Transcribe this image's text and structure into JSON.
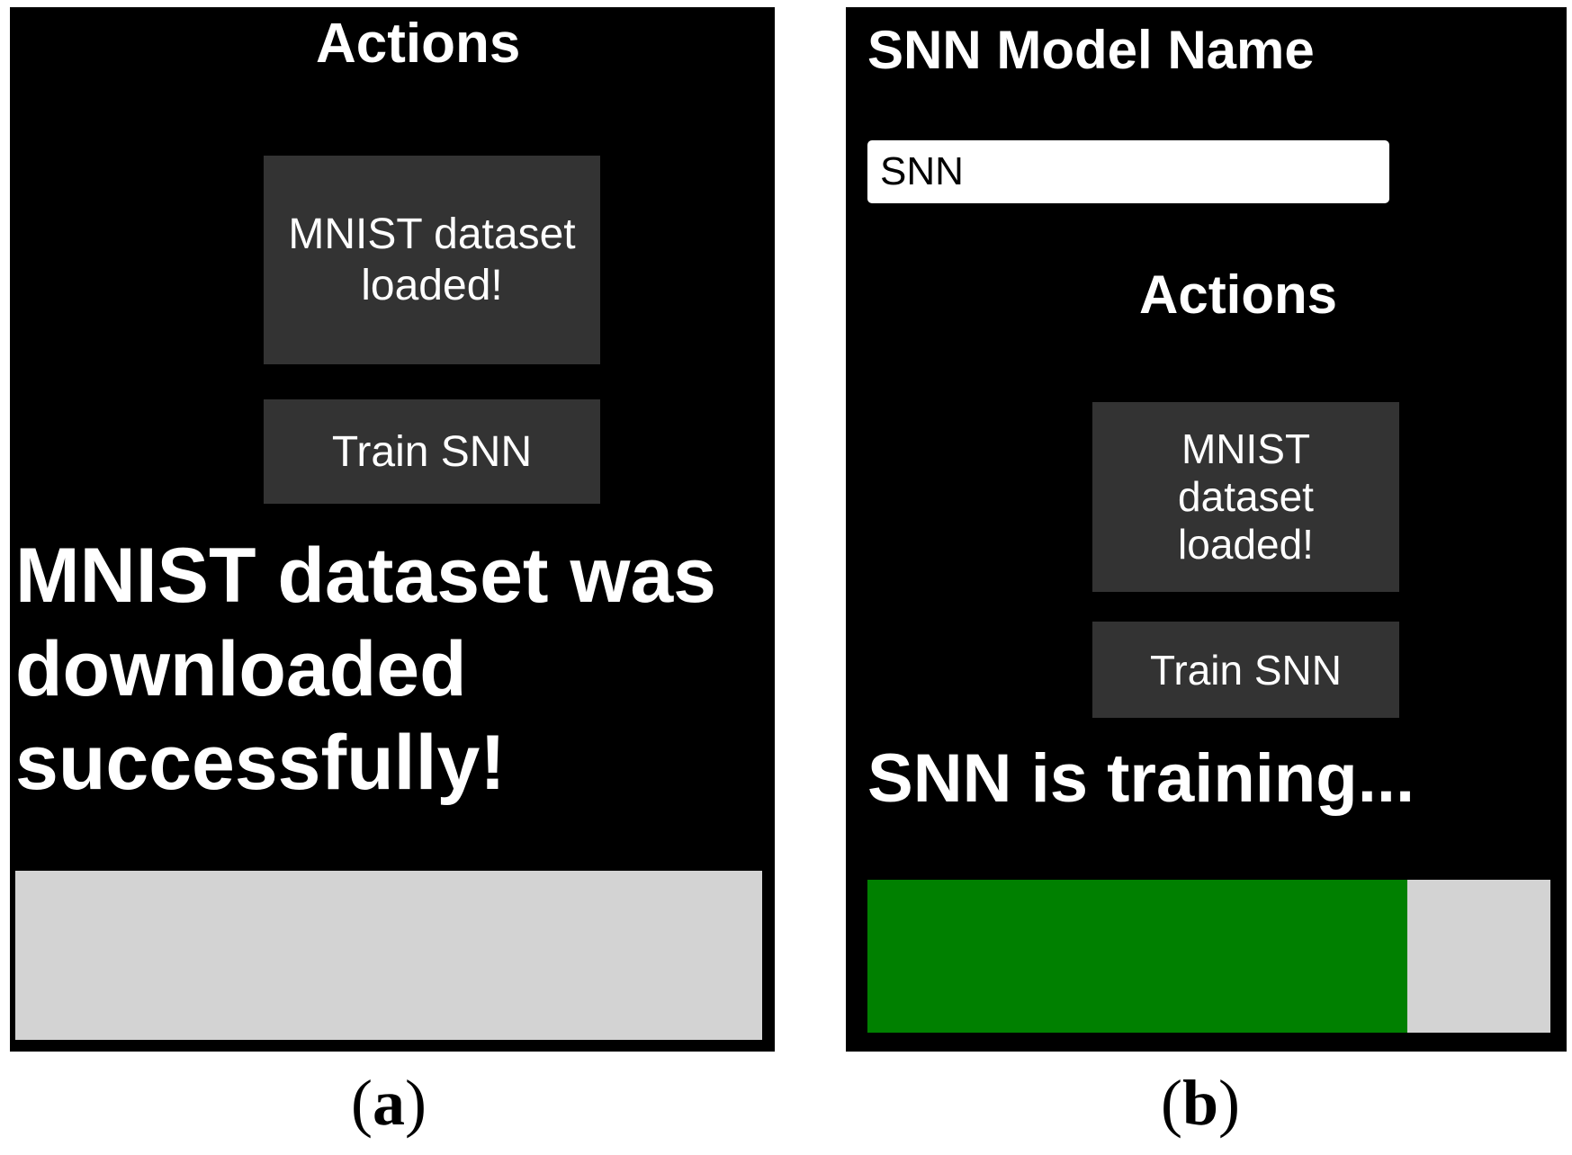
{
  "colors": {
    "panel_bg": "#000000",
    "button_bg": "#333333",
    "text": "#ffffff",
    "progress_track": "#d3d3d3",
    "progress_fill": "#008000"
  },
  "panel_a": {
    "caption_letter": "a",
    "actions_heading": "Actions",
    "dataset_button_label": "MNIST dataset loaded!",
    "train_button_label": "Train SNN",
    "status_message": "MNIST dataset was downloaded successfully!",
    "progress_fraction": 0
  },
  "panel_b": {
    "caption_letter": "b",
    "model_name_heading": "SNN Model Name",
    "model_name_value": "SNN",
    "actions_heading": "Actions",
    "dataset_button_label": "MNIST dataset loaded!",
    "train_button_label": "Train SNN",
    "status_message": "SNN is training...",
    "progress_fraction": 0.79
  }
}
